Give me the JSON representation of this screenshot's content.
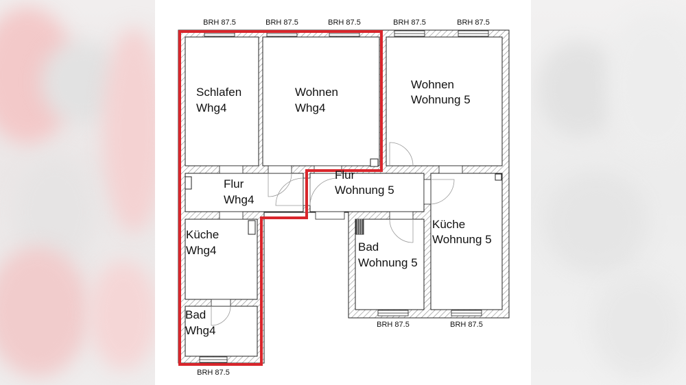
{
  "rooms": {
    "schlafen_whg4": [
      "Schlafen",
      "Whg4"
    ],
    "wohnen_whg4": [
      "Wohnen",
      "Whg4"
    ],
    "wohnen_wohnung5": [
      "Wohnen",
      "Wohnung 5"
    ],
    "flur_whg4": [
      "Flur",
      "Whg4"
    ],
    "flur_wohnung5": [
      "Flur",
      "Wohnung 5"
    ],
    "kueche_whg4": [
      "Küche",
      "Whg4"
    ],
    "kueche_wohnung5": [
      "Küche",
      "Wohnung 5"
    ],
    "bad_wohnung5": [
      "Bad",
      "Wohnung 5"
    ],
    "bad_whg4": [
      "Bad",
      "Whg4"
    ]
  },
  "window_labels": {
    "top_1": "BRH 87.5",
    "top_2": "BRH 87.5",
    "top_3": "BRH 87.5",
    "top_4": "BRH 87.5",
    "top_5": "BRH 87.5",
    "bottom_bad_whg4": "BRH 87.5",
    "bottom_bad_wohnung5": "BRH 87.5",
    "bottom_kueche_wohnung5": "BRH 87.5"
  },
  "colors": {
    "wall_hatch": "#8a8a8a",
    "outline": "#222222",
    "highlight": "#d9262c"
  }
}
